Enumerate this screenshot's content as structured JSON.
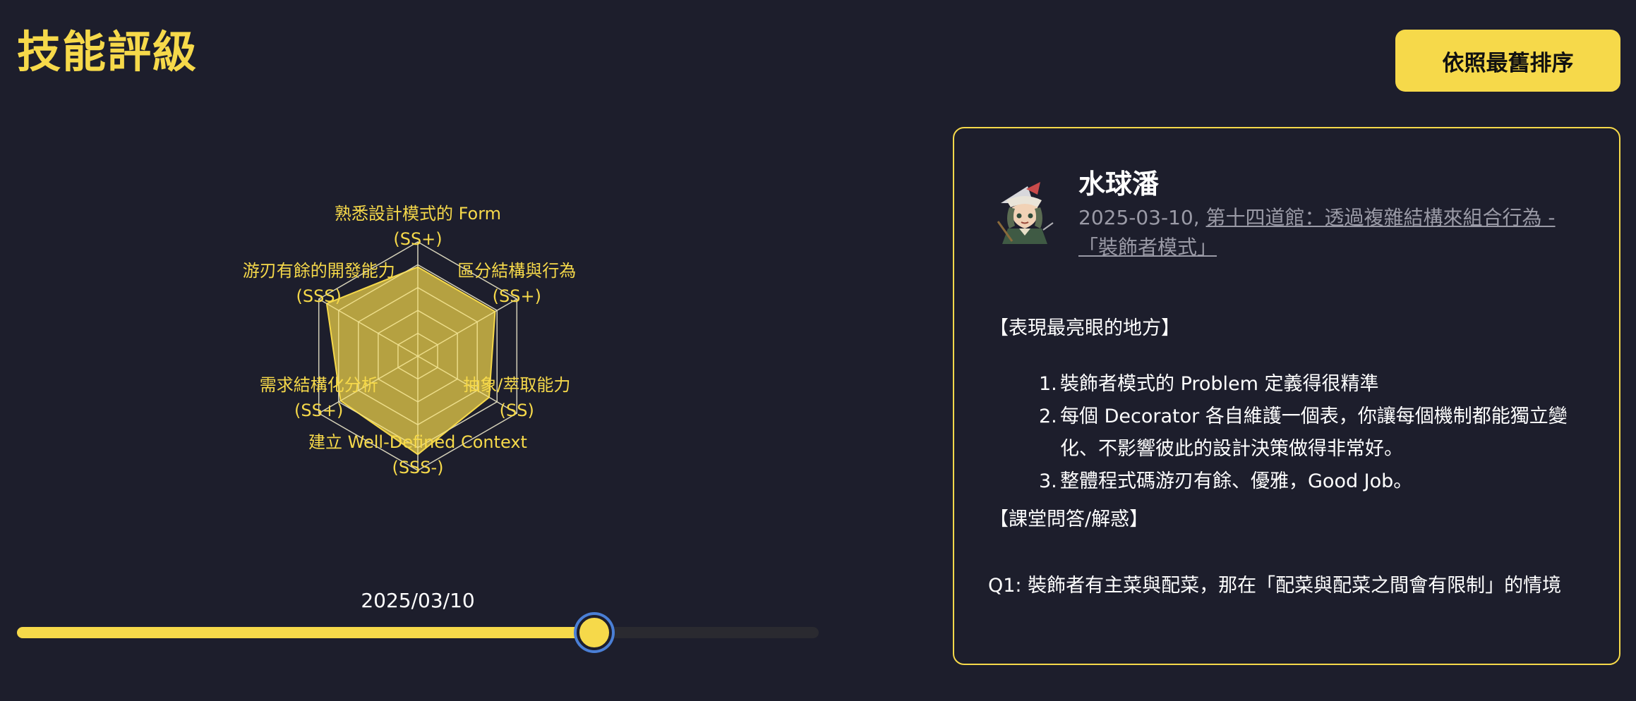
{
  "header": {
    "title": "技能評級",
    "sort_button_label": "依照最舊排序"
  },
  "colors": {
    "background": "#1d1e2c",
    "accent": "#f6d94a",
    "thumb_ring": "#4a7fd6",
    "muted_text": "#9a9aa6"
  },
  "radar": {
    "axes": [
      {
        "name": "熟悉設計模式的 Form",
        "grade": "(SS+)",
        "value": 0.78
      },
      {
        "name": "區分結構與行為",
        "grade": "(SS+)",
        "value": 0.78
      },
      {
        "name": "抽象/萃取能力",
        "grade": "(SS)",
        "value": 0.72
      },
      {
        "name": "建立 Well-Defined Context",
        "grade": "(SSS-)",
        "value": 0.86
      },
      {
        "name": "需求結構化分析",
        "grade": "(SS+)",
        "value": 0.78
      },
      {
        "name": "游刃有餘的開發能力",
        "grade": "(SSS)",
        "value": 0.92
      }
    ],
    "rings": 5
  },
  "timeline": {
    "current_date": "2025/03/10",
    "progress": 0.72
  },
  "review": {
    "reviewer_name": "水球潘",
    "date": "2025-03-10,",
    "link_text": "第十四道館：透過複雜結構來組合行為 - 「裝飾者模式」",
    "highlight_heading": "【表現最亮眼的地方】",
    "highlights": [
      {
        "num": "1.",
        "text": "裝飾者模式的 Problem 定義得很精準"
      },
      {
        "num": "2.",
        "text": "每個 Decorator 各自維護一個表，你讓每個機制都能獨立變化、不影響彼此的設計決策做得非常好。"
      },
      {
        "num": "3.",
        "text": "整體程式碼游刃有餘、優雅，Good Job。"
      }
    ],
    "qa_heading": "【課堂問答/解惑】",
    "qa_first_line": "Q1: 裝飾者有主菜與配菜，那在「配菜與配菜之間會有限制」的情境"
  }
}
